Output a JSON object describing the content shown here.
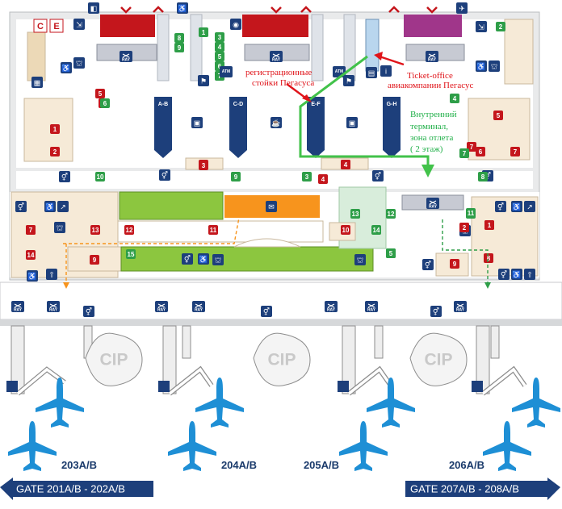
{
  "counters": [
    {
      "label": "A-B"
    },
    {
      "label": "C-D"
    },
    {
      "label": "E-F"
    },
    {
      "label": "G-H"
    }
  ],
  "annotations": {
    "checkin_line1": "регистрационные",
    "checkin_line2": "стойки Пегасуса",
    "ticket_line1": "Ticket-office",
    "ticket_line2": "авиакомпании Пегасус",
    "domestic_line1": "Внутренний",
    "domestic_line2": "терминал,",
    "domestic_line3": "зона отлета",
    "domestic_line4": "( 2 этаж)"
  },
  "cip": [
    "CIP",
    "CIP",
    "CIP"
  ],
  "gates": [
    "203A/B",
    "204A/B",
    "205A/B",
    "206A/B"
  ],
  "gate_left": "GATE 201A/B - 202A/B",
  "gate_right": "GATE 207A/B - 208A/B",
  "ray": "RAY",
  "atm": "ATM",
  "colors": {
    "red_box": "#c4161c",
    "purple_box": "#a0368a",
    "green_zone": "#8cc63f",
    "orange_zone": "#f7941d",
    "beige_zone": "#f6ead7",
    "navy": "#1d3f7b",
    "route_green": "#42c24a"
  },
  "markers": [
    {
      "n": "1",
      "c": "#c4161c"
    },
    {
      "n": "2",
      "c": "#c4161c"
    },
    {
      "n": "3",
      "c": "#c4161c"
    },
    {
      "n": "4",
      "c": "#c4161c"
    },
    {
      "n": "5",
      "c": "#c4161c"
    },
    {
      "n": "6",
      "c": "#c4161c"
    },
    {
      "n": "7",
      "c": "#c4161c"
    },
    {
      "n": "8",
      "c": "#c4161c"
    },
    {
      "n": "9",
      "c": "#c4161c"
    },
    {
      "n": "10",
      "c": "#c4161c"
    },
    {
      "n": "11",
      "c": "#c4161c"
    },
    {
      "n": "12",
      "c": "#c4161c"
    },
    {
      "n": "13",
      "c": "#c4161c"
    },
    {
      "n": "14",
      "c": "#c4161c"
    },
    {
      "n": "1",
      "c": "#c4161c"
    },
    {
      "n": "2",
      "c": "#c4161c"
    },
    {
      "n": "4",
      "c": "#c4161c"
    },
    {
      "n": "5",
      "c": "#c4161c"
    },
    {
      "n": "6",
      "c": "#c4161c"
    },
    {
      "n": "7",
      "c": "#c4161c"
    },
    {
      "n": "3",
      "c": "#c4161c"
    },
    {
      "n": "4",
      "c": "#c4161c"
    },
    {
      "n": "7",
      "c": "#c4161c"
    },
    {
      "n": "1",
      "c": "#c4161c"
    },
    {
      "n": "8",
      "c": "#c4161c"
    },
    {
      "n": "9",
      "c": "#c4161c"
    },
    {
      "n": "1",
      "c": "#2e9e48"
    },
    {
      "n": "2",
      "c": "#2e9e48"
    },
    {
      "n": "3",
      "c": "#2e9e48"
    },
    {
      "n": "4",
      "c": "#2e9e48"
    },
    {
      "n": "5",
      "c": "#2e9e48"
    },
    {
      "n": "6",
      "c": "#2e9e48"
    },
    {
      "n": "7",
      "c": "#2e9e48"
    },
    {
      "n": "8",
      "c": "#2e9e48"
    },
    {
      "n": "9",
      "c": "#2e9e48"
    },
    {
      "n": "10",
      "c": "#2e9e48"
    },
    {
      "n": "11",
      "c": "#2e9e48"
    },
    {
      "n": "12",
      "c": "#2e9e48"
    },
    {
      "n": "13",
      "c": "#2e9e48"
    },
    {
      "n": "14",
      "c": "#2e9e48"
    },
    {
      "n": "15",
      "c": "#2e9e48"
    },
    {
      "n": "5",
      "c": "#2e9e48"
    },
    {
      "n": "6",
      "c": "#2e9e48"
    },
    {
      "n": "4",
      "c": "#2e9e48"
    },
    {
      "n": "8",
      "c": "#2e9e48"
    },
    {
      "n": "9",
      "c": "#2e9e48"
    },
    {
      "n": "3",
      "c": "#2e9e48"
    },
    {
      "n": "7",
      "c": "#2e9e48"
    },
    {
      "n": "11",
      "c": "#2e9e48"
    },
    {
      "n": "5",
      "c": "#2e9e48"
    }
  ]
}
